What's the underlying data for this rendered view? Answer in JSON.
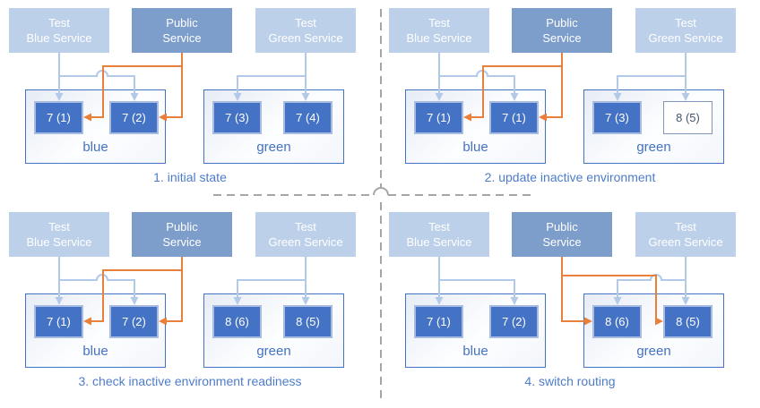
{
  "colors": {
    "accent_orange": "#E8803B",
    "connector_blue": "#B3C9E8",
    "service_light_fill": "#BDD0E9",
    "service_public_fill": "#7D9DCB",
    "service_text": "#FFFFFF",
    "instance_fill": "#4472C4",
    "instance_border": "#A8BCE2",
    "instance_outline_border": "#8294B7",
    "instance_outline_text": "#44546A",
    "env_border": "#4472C4",
    "env_label_text": "#4472C4",
    "caption_text": "#4E7CCC",
    "divider_gray": "#A6A6A6"
  },
  "panels": [
    {
      "caption": "1. initial state",
      "routing": "blue",
      "services": {
        "test_blue": {
          "line1": "Test",
          "line2": "Blue Service"
        },
        "public": {
          "line1": "Public",
          "line2": "Service"
        },
        "test_green": {
          "line1": "Test",
          "line2": "Green Service"
        }
      },
      "environments": [
        {
          "label": "blue",
          "instances": [
            {
              "label": "7 (1)",
              "style": "solid"
            },
            {
              "label": "7 (2)",
              "style": "solid"
            }
          ]
        },
        {
          "label": "green",
          "instances": [
            {
              "label": "7 (3)",
              "style": "solid"
            },
            {
              "label": "7 (4)",
              "style": "solid"
            }
          ]
        }
      ]
    },
    {
      "caption": "2. update inactive environment",
      "routing": "blue",
      "services": {
        "test_blue": {
          "line1": "Test",
          "line2": "Blue Service"
        },
        "public": {
          "line1": "Public",
          "line2": "Service"
        },
        "test_green": {
          "line1": "Test",
          "line2": "Green Service"
        }
      },
      "environments": [
        {
          "label": "blue",
          "instances": [
            {
              "label": "7 (1)",
              "style": "solid"
            },
            {
              "label": "7 (1)",
              "style": "solid"
            }
          ]
        },
        {
          "label": "green",
          "instances": [
            {
              "label": "7 (3)",
              "style": "solid"
            },
            {
              "label": "8 (5)",
              "style": "outline"
            }
          ]
        }
      ]
    },
    {
      "caption": "3. check inactive environment readiness",
      "routing": "blue",
      "services": {
        "test_blue": {
          "line1": "Test",
          "line2": "Blue Service"
        },
        "public": {
          "line1": "Public",
          "line2": "Service"
        },
        "test_green": {
          "line1": "Test",
          "line2": "Green Service"
        }
      },
      "environments": [
        {
          "label": "blue",
          "instances": [
            {
              "label": "7 (1)",
              "style": "solid"
            },
            {
              "label": "7 (2)",
              "style": "solid"
            }
          ]
        },
        {
          "label": "green",
          "instances": [
            {
              "label": "8 (6)",
              "style": "solid"
            },
            {
              "label": "8 (5)",
              "style": "solid"
            }
          ]
        }
      ]
    },
    {
      "caption": "4. switch routing",
      "routing": "green",
      "services": {
        "test_blue": {
          "line1": "Test",
          "line2": "Blue Service"
        },
        "public": {
          "line1": "Public",
          "line2": "Service"
        },
        "test_green": {
          "line1": "Test",
          "line2": "Green Service"
        }
      },
      "environments": [
        {
          "label": "blue",
          "instances": [
            {
              "label": "7 (1)",
              "style": "solid"
            },
            {
              "label": "7 (2)",
              "style": "solid"
            }
          ]
        },
        {
          "label": "green",
          "instances": [
            {
              "label": "8 (6)",
              "style": "solid"
            },
            {
              "label": "8 (5)",
              "style": "solid"
            }
          ]
        }
      ]
    }
  ]
}
